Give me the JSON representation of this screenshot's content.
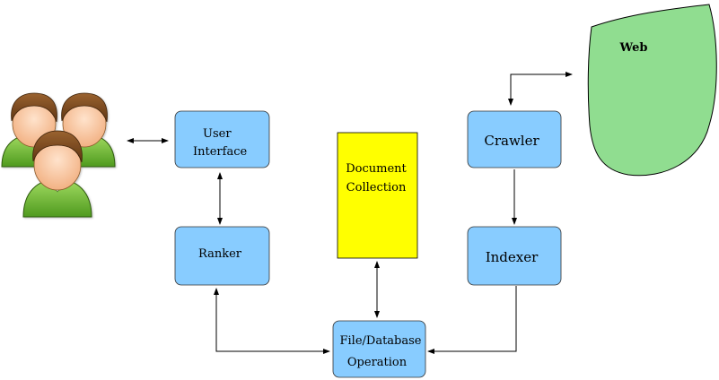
{
  "nodes": {
    "user_interface": {
      "line1": "User",
      "line2": "Interface"
    },
    "ranker": {
      "label": "Ranker"
    },
    "document_collection": {
      "line1": "Document",
      "line2": "Collection"
    },
    "crawler": {
      "label": "Crawler"
    },
    "indexer": {
      "label": "Indexer"
    },
    "file_database": {
      "line1": "File/Database",
      "line2": "Operation"
    },
    "web": {
      "label": "Web"
    }
  },
  "icons": {
    "users": "users-group-icon"
  },
  "colors": {
    "box_fill": "#88CCFF",
    "document_fill": "#FFFF00",
    "web_fill": "#90DD90",
    "skin": "#FFC9A0",
    "hair": "#7A4A20",
    "shirt": "#7BC043",
    "arrow": "#000000"
  }
}
